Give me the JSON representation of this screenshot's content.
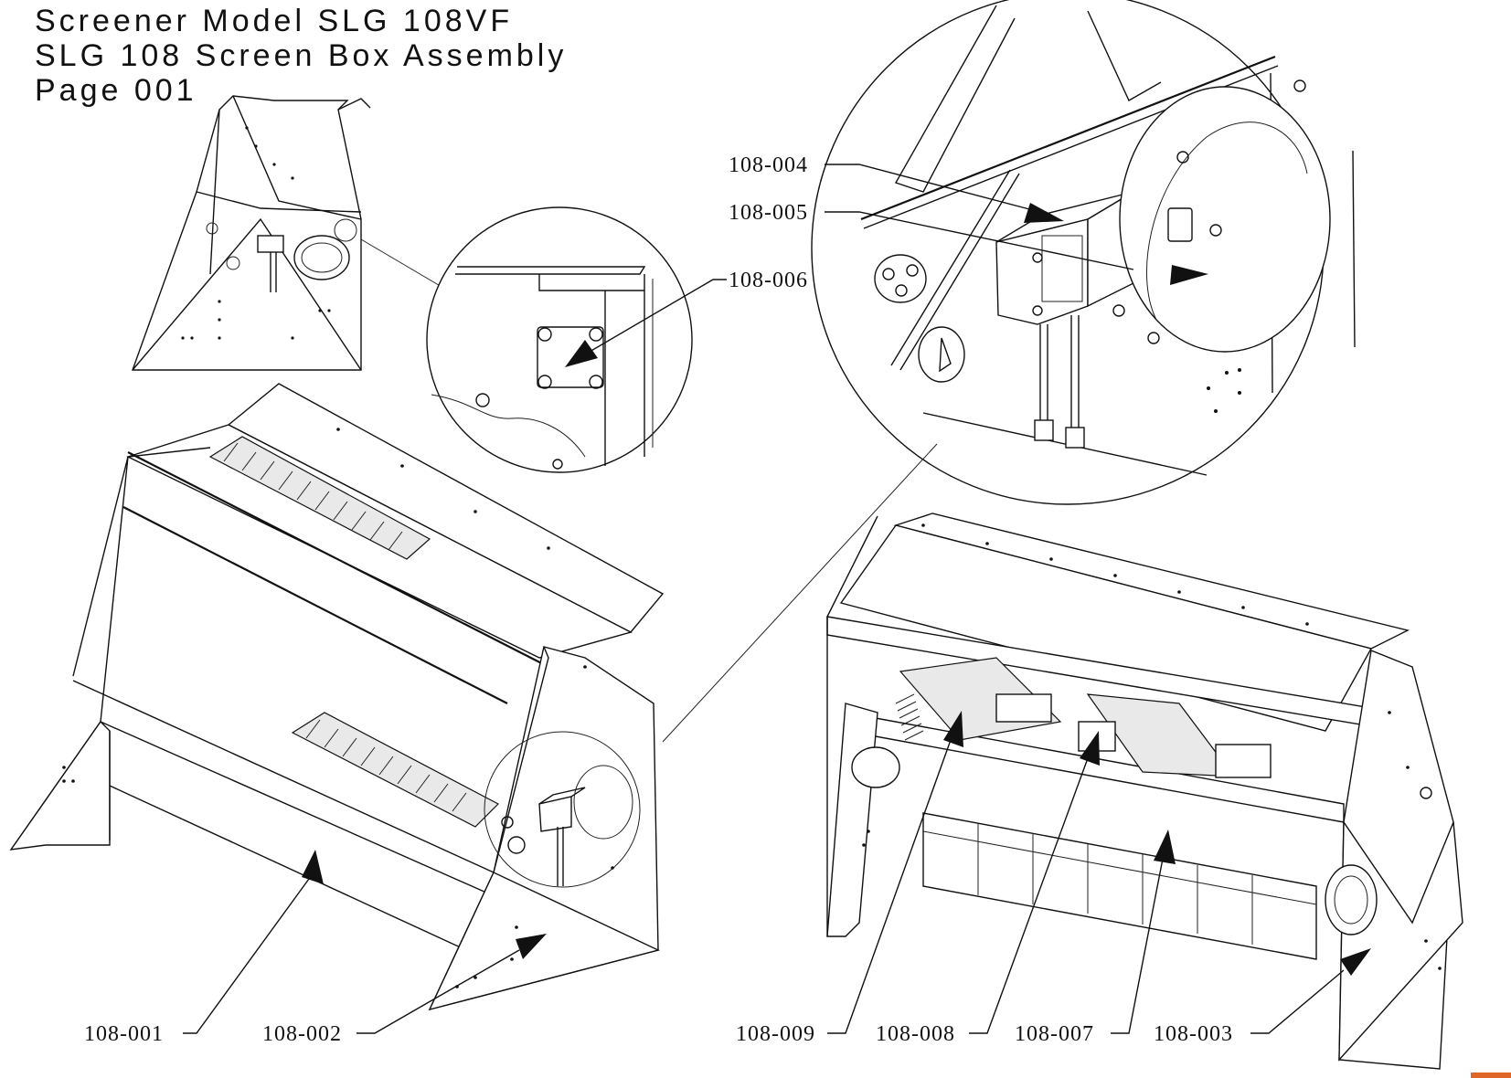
{
  "title": {
    "line1": "Screener Model SLG 108VF",
    "line2": "SLG 108 Screen Box Assembly",
    "line3": "Page 001"
  },
  "callouts": {
    "c004": "108-004",
    "c005": "108-005",
    "c006": "108-006",
    "c001": "108-001",
    "c002": "108-002",
    "c009": "108-009",
    "c008": "108-008",
    "c007": "108-007",
    "c003": "108-003"
  },
  "colors": {
    "line": "#111111",
    "background": "#ffffff",
    "accent": "#e0672a"
  }
}
